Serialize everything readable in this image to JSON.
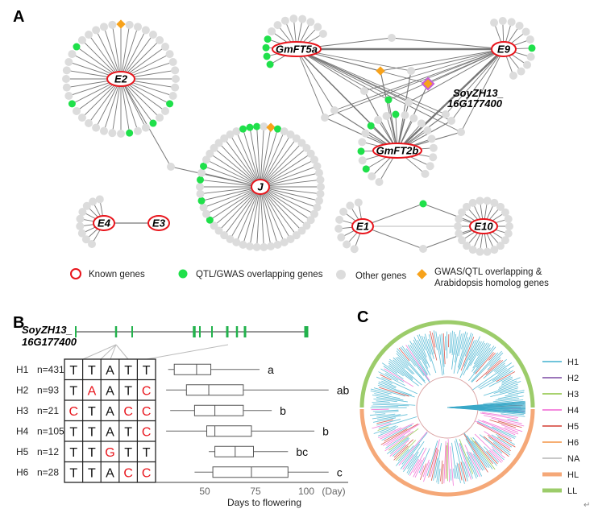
{
  "panels": {
    "a": "A",
    "b": "B",
    "c": "C"
  },
  "network": {
    "hubs": [
      {
        "id": "E2",
        "label": "E2"
      },
      {
        "id": "GmFT5a",
        "label": "GmFT5a"
      },
      {
        "id": "E9",
        "label": "E9"
      },
      {
        "id": "GmFT2b",
        "label": "GmFT2b"
      },
      {
        "id": "J",
        "label": "J"
      },
      {
        "id": "E4",
        "label": "E4"
      },
      {
        "id": "E3",
        "label": "E3"
      },
      {
        "id": "E1",
        "label": "E1"
      },
      {
        "id": "E10",
        "label": "E10"
      }
    ],
    "highlight_gene": {
      "line1": "SoyZH13_",
      "line2": "16G177400"
    },
    "colors": {
      "known": "#e8141b",
      "qtl": "#1fe04a",
      "other": "#dcdcdc",
      "homolog": "#f7a21b",
      "highlight": "#c85ad8"
    },
    "legend": {
      "known": "Known genes",
      "qtl": "QTL/GWAS overlapping genes",
      "other": "Other genes",
      "homolog_line1": "GWAS/QTL overlapping &",
      "homolog_line2": "Arabidopsis homolog genes"
    }
  },
  "gene_model": {
    "name_line1": "SoyZH13_",
    "name_line2": "16G177400",
    "exon_color": "#22b24c"
  },
  "haplotypes": {
    "rows": [
      {
        "name": "H1",
        "n": "n=431",
        "bases": [
          "T",
          "T",
          "A",
          "T",
          "T"
        ],
        "variant": [
          false,
          false,
          false,
          false,
          false
        ],
        "box": {
          "min": 32,
          "q1": 35,
          "median": 46,
          "q3": 53,
          "max": 77
        },
        "group": "a"
      },
      {
        "name": "H2",
        "n": "n=93",
        "bases": [
          "T",
          "A",
          "A",
          "T",
          "C"
        ],
        "variant": [
          false,
          true,
          false,
          false,
          true
        ],
        "box": {
          "min": 31,
          "q1": 41,
          "median": 52,
          "q3": 69,
          "max": 111
        },
        "group": "ab"
      },
      {
        "name": "H3",
        "n": "n=21",
        "bases": [
          "C",
          "T",
          "A",
          "C",
          "C"
        ],
        "variant": [
          true,
          false,
          false,
          true,
          true
        ],
        "box": {
          "min": 33,
          "q1": 45,
          "median": 55,
          "q3": 69,
          "max": 83
        },
        "group": "b"
      },
      {
        "name": "H4",
        "n": "n=105",
        "bases": [
          "T",
          "T",
          "A",
          "T",
          "C"
        ],
        "variant": [
          false,
          false,
          false,
          false,
          true
        ],
        "box": {
          "min": 31,
          "q1": 51,
          "median": 55,
          "q3": 73,
          "max": 104
        },
        "group": "b"
      },
      {
        "name": "H5",
        "n": "n=12",
        "bases": [
          "T",
          "T",
          "G",
          "T",
          "T"
        ],
        "variant": [
          false,
          false,
          true,
          false,
          false
        ],
        "box": {
          "min": 52,
          "q1": 55,
          "median": 65,
          "q3": 74,
          "max": 91
        },
        "group": "bc"
      },
      {
        "name": "H6",
        "n": "n=28",
        "bases": [
          "T",
          "T",
          "A",
          "C",
          "C"
        ],
        "variant": [
          false,
          false,
          false,
          true,
          true
        ],
        "box": {
          "min": 45,
          "q1": 54,
          "median": 73,
          "q3": 91,
          "max": 111
        },
        "group": "c"
      }
    ],
    "variant_color": "#e8141b",
    "axis": {
      "ticks": [
        "50",
        "75",
        "100"
      ],
      "unit": "(Day)",
      "label": "Days to flowering"
    }
  },
  "tree": {
    "legend": [
      {
        "label": "H1",
        "color": "#5bbcd6"
      },
      {
        "label": "H2",
        "color": "#8e62b0"
      },
      {
        "label": "H3",
        "color": "#9ccc5a"
      },
      {
        "label": "H4",
        "color": "#f27ad8"
      },
      {
        "label": "H5",
        "color": "#d9584f"
      },
      {
        "label": "H6",
        "color": "#f5a25e"
      },
      {
        "label": "NA",
        "color": "#c0c0c0"
      },
      {
        "label": "HL",
        "color": "#f5a878"
      },
      {
        "label": "LL",
        "color": "#9ccc6a"
      }
    ]
  },
  "return_mark": "↵"
}
